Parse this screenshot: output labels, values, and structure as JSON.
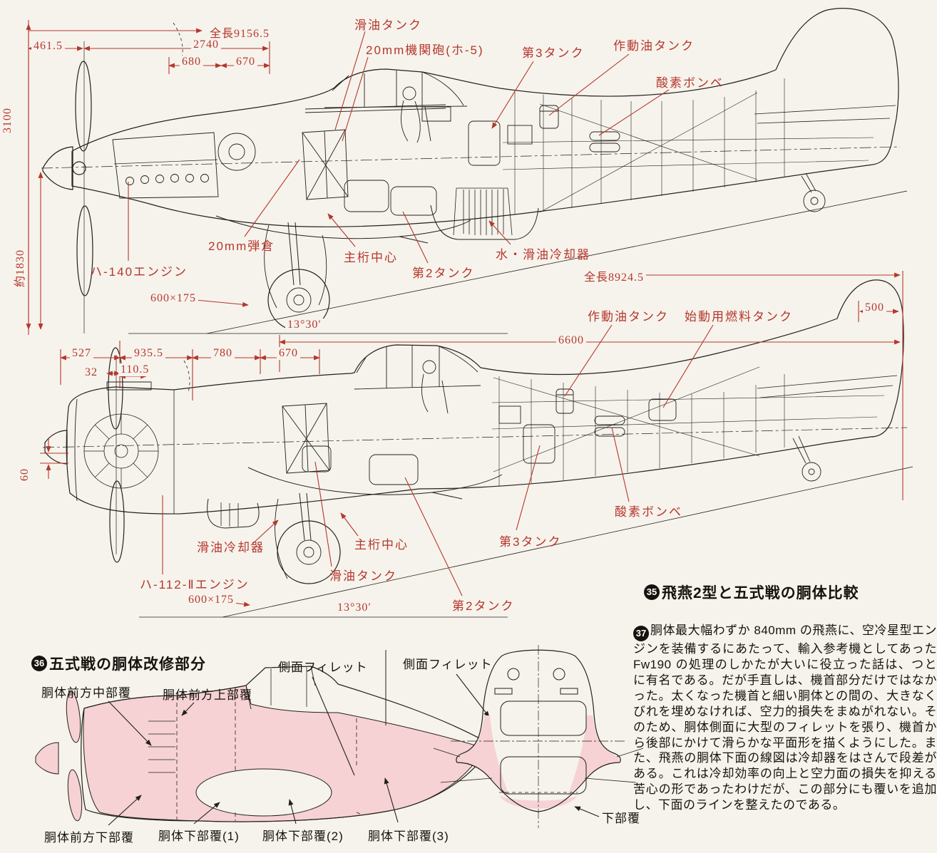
{
  "palette": {
    "background": "#f6f3ec",
    "line_art": "#24201c",
    "annotation_red": "#b5372d",
    "highlight_pink": "#f6d2d4",
    "text_black": "#17120e"
  },
  "fig35": {
    "caption_num": "35",
    "caption_text": "飛燕2型と五式戦の胴体比較",
    "hien": {
      "dim_total": "全長9156.5",
      "dim_nose": "461.5",
      "dim_2740": "2740",
      "dim_680": "680",
      "dim_670": "670",
      "dim_height": "3100",
      "dim_prop": "約1830",
      "dim_tire": "600×175",
      "dim_angle": "13°30′",
      "lbl_oil_tank": "滑油タンク",
      "lbl_cannon": "20mm機関砲(ホ-5)",
      "lbl_tank3": "第3タンク",
      "lbl_hydraulic_tank": "作動油タンク",
      "lbl_oxygen": "酸素ボンベ",
      "lbl_magazine": "20mm弾倉",
      "lbl_engine": "ハ-140エンジン",
      "lbl_spar": "主桁中心",
      "lbl_tank2": "第2タンク",
      "lbl_cooler": "水・滑油冷却器"
    },
    "goshiki": {
      "dim_total": "全長8924.5",
      "dim_500": "500",
      "dim_527": "527",
      "dim_32": "32",
      "dim_110": "110.5",
      "dim_935": "935.5",
      "dim_780": "780",
      "dim_670": "670",
      "dim_6600": "6600",
      "dim_60": "60",
      "dim_tire": "600×175",
      "dim_angle": "13°30′",
      "lbl_hydraulic_tank": "作動油タンク",
      "lbl_starter_tank": "始動用燃料タンク",
      "lbl_oil_cooler": "滑油冷却器",
      "lbl_engine": "ハ-112-Ⅱエンジン",
      "lbl_spar": "主桁中心",
      "lbl_oil_tank": "滑油タンク",
      "lbl_tank3": "第3タンク",
      "lbl_tank2": "第2タンク",
      "lbl_oxygen": "酸素ボンベ"
    }
  },
  "fig36": {
    "caption_num": "36",
    "caption_text": "五式戦の胴体改修部分",
    "lbl_front_mid_cover": "胴体前方中部覆",
    "lbl_front_upper_cover": "胴体前方上部覆",
    "lbl_side_fillet_1": "側面フィレット",
    "lbl_side_fillet_2": "側面フィレット",
    "lbl_front_lower_cover": "胴体前方下部覆",
    "lbl_lower_cover_1": "胴体下部覆(1)",
    "lbl_lower_cover_2": "胴体下部覆(2)",
    "lbl_lower_cover_3": "胴体下部覆(3)",
    "lbl_lower_cover": "下部覆"
  },
  "fig37": {
    "num": "37",
    "text": "胴体最大幅わずか 840mm の飛燕に、空冷星型エンジンを装備するにあたって、輸入参考機としてあった Fw190 の処理のしかたが大いに役立った話は、つとに有名である。だが手直しは、機首部分だけではなかった。太くなった機首と細い胴体との間の、大きなくびれを埋めなければ、空力的損失をまぬがれない。そのため、胴体側面に大型のフィレットを張り、機首から後部にかけて滑らかな平面形を描くようにした。また、飛燕の胴体下面の線図は冷却器をはさんで段差がある。これは冷却効率の向上と空力面の損失を抑える苦心の形であったわけだが、この部分にも覆いを追加し、下面のラインを整えたのである。"
  }
}
